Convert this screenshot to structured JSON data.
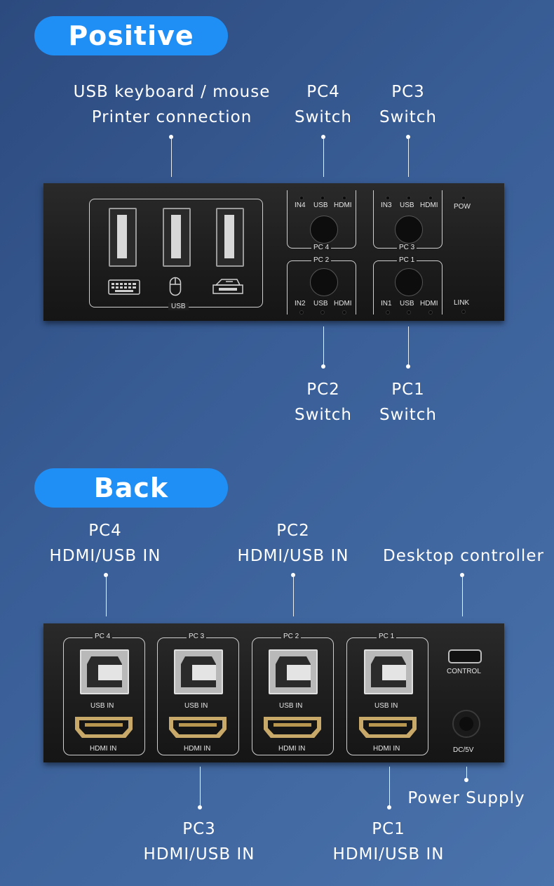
{
  "positive": {
    "title": "Positive",
    "callouts": {
      "usb_line1": "USB keyboard / mouse",
      "usb_line2": "Printer connection",
      "pc4_line1": "PC4",
      "pc4_line2": "Switch",
      "pc3_line1": "PC3",
      "pc3_line2": "Switch",
      "pc2_line1": "PC2",
      "pc2_line2": "Switch",
      "pc1_line1": "PC1",
      "pc1_line2": "Switch"
    },
    "panel": {
      "usb": "USB",
      "pow": "POW",
      "link": "LINK",
      "pc4": {
        "name": "PC 4",
        "in": "IN4",
        "usb": "USB",
        "hdmi": "HDMI"
      },
      "pc3": {
        "name": "PC 3",
        "in": "IN3",
        "usb": "USB",
        "hdmi": "HDMI"
      },
      "pc2": {
        "name": "PC 2",
        "in": "IN2",
        "usb": "USB",
        "hdmi": "HDMI"
      },
      "pc1": {
        "name": "PC 1",
        "in": "IN1",
        "usb": "USB",
        "hdmi": "HDMI"
      }
    }
  },
  "back": {
    "title": "Back",
    "callouts": {
      "pc4_line1": "PC4",
      "pc4_line2": "HDMI/USB IN",
      "pc2_line1": "PC2",
      "pc2_line2": "HDMI/USB IN",
      "desktop": "Desktop controller",
      "pc3_line1": "PC3",
      "pc3_line2": "HDMI/USB IN",
      "pc1_line1": "PC1",
      "pc1_line2": "HDMI/USB IN",
      "power": "Power Supply"
    },
    "panel": {
      "ports": [
        {
          "name": "PC 4",
          "usb": "USB IN",
          "hdmi": "HDMI IN"
        },
        {
          "name": "PC 3",
          "usb": "USB IN",
          "hdmi": "HDMI IN"
        },
        {
          "name": "PC 2",
          "usb": "USB IN",
          "hdmi": "HDMI IN"
        },
        {
          "name": "PC 1",
          "usb": "USB IN",
          "hdmi": "HDMI IN"
        }
      ],
      "control": "CONTROL",
      "dc": "DC/5V"
    }
  },
  "colors": {
    "accent": "#1f8ff5",
    "background": "#3a5f98",
    "device": "#1c1c1c",
    "hdmi_gold": "#c9a969"
  }
}
